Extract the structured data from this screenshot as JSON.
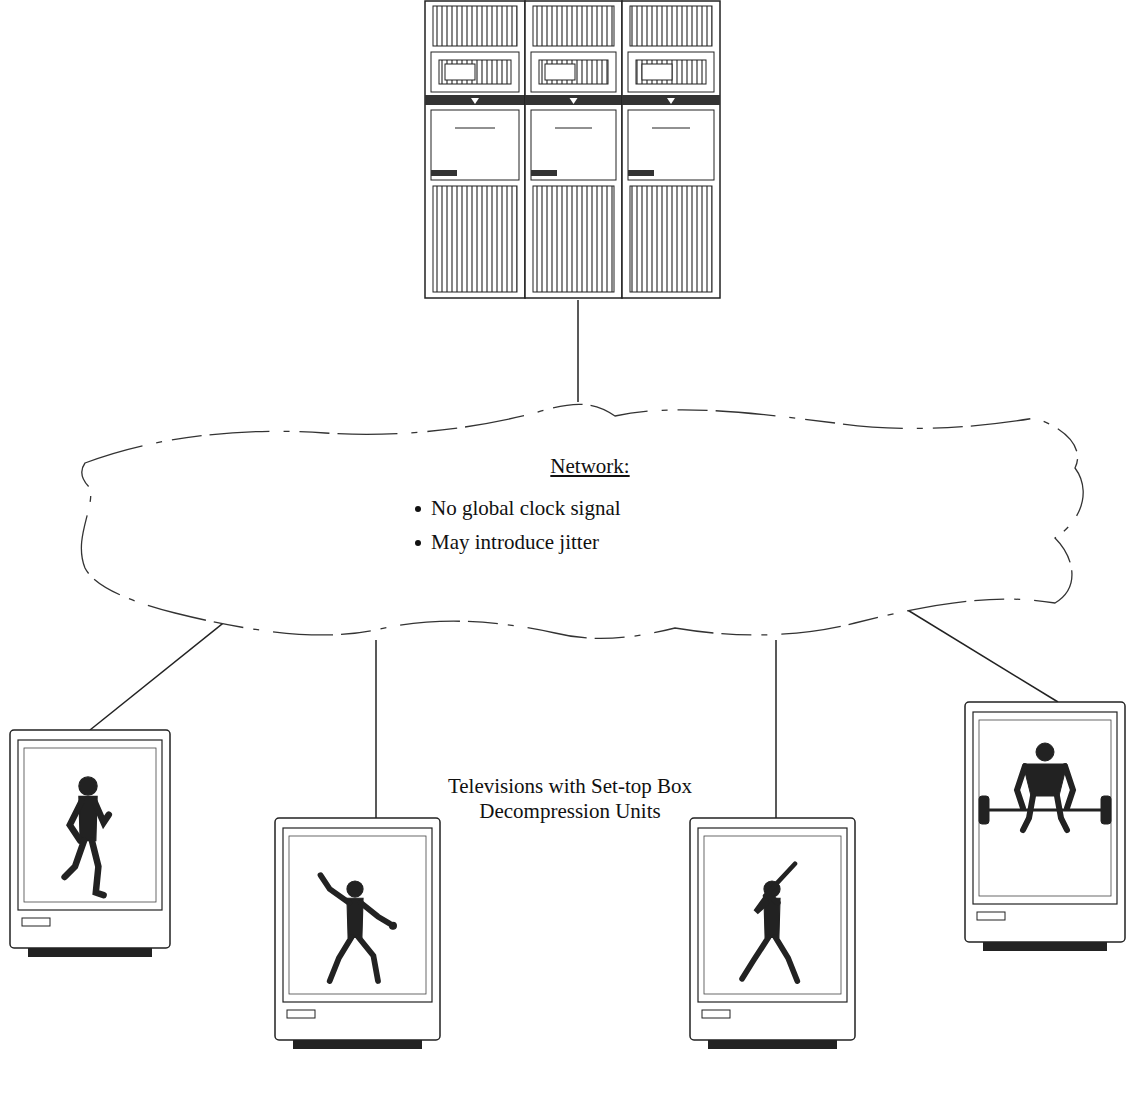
{
  "diagram": {
    "nodes": [
      {
        "text": [
          "Network:",
          "No global clock signal",
          "May introduce jitter"
        ]
      }
    ],
    "labels": [
      "Televisions with Set-top Box Decompression Units"
    ]
  }
}
